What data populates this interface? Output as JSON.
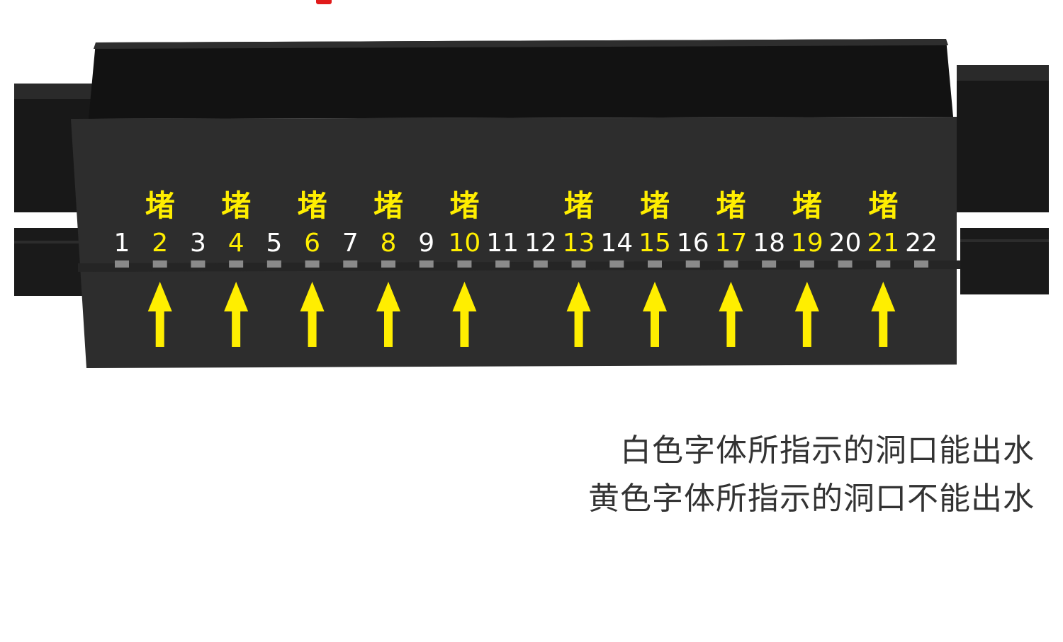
{
  "holes": [
    {
      "number": "1",
      "blocked": false
    },
    {
      "number": "2",
      "blocked": true
    },
    {
      "number": "3",
      "blocked": false
    },
    {
      "number": "4",
      "blocked": true
    },
    {
      "number": "5",
      "blocked": false
    },
    {
      "number": "6",
      "blocked": true
    },
    {
      "number": "7",
      "blocked": false
    },
    {
      "number": "8",
      "blocked": true
    },
    {
      "number": "9",
      "blocked": false
    },
    {
      "number": "10",
      "blocked": true
    },
    {
      "number": "11",
      "blocked": false
    },
    {
      "number": "12",
      "blocked": false
    },
    {
      "number": "13",
      "blocked": true
    },
    {
      "number": "14",
      "blocked": false
    },
    {
      "number": "15",
      "blocked": true
    },
    {
      "number": "16",
      "blocked": false
    },
    {
      "number": "17",
      "blocked": true
    },
    {
      "number": "18",
      "blocked": false
    },
    {
      "number": "19",
      "blocked": true
    },
    {
      "number": "20",
      "blocked": false
    },
    {
      "number": "21",
      "blocked": true
    },
    {
      "number": "22",
      "blocked": false
    }
  ],
  "blocked_label": "堵",
  "legend": {
    "white": "白色字体所指示的洞口能出水",
    "yellow": "黄色字体所指示的洞口不能出水"
  },
  "colors": {
    "open_text": "#ffffff",
    "blocked_text": "#ffee00",
    "arrow": "#ffee00",
    "tray_body": "#2b2b2b",
    "rail": "#1a1a1a"
  },
  "icons": {
    "arrow": "arrow-up-icon"
  }
}
